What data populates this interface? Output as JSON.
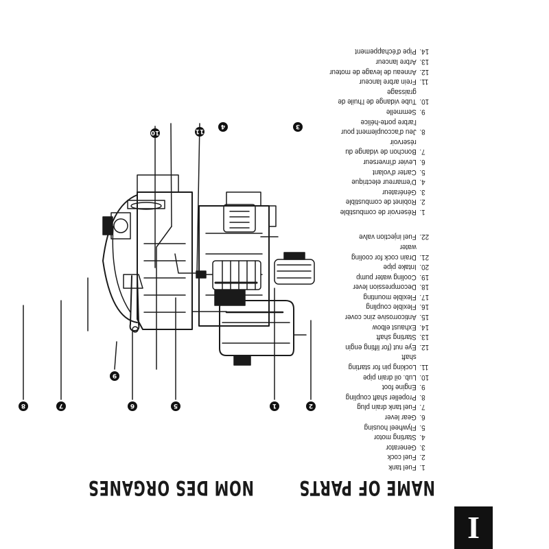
{
  "chapter": {
    "number": "I"
  },
  "headings": {
    "english": "NAME OF PARTS",
    "french": "NOM DES ORGANES"
  },
  "parts_en": [
    {
      "num": "1.",
      "lines": [
        "Fuel tank"
      ]
    },
    {
      "num": "2.",
      "lines": [
        "Fuel cock"
      ]
    },
    {
      "num": "3.",
      "lines": [
        "Generator"
      ]
    },
    {
      "num": "4.",
      "lines": [
        "Starting motor"
      ]
    },
    {
      "num": "5.",
      "lines": [
        "Flywheel housing"
      ]
    },
    {
      "num": "6.",
      "lines": [
        "Gear lever"
      ]
    },
    {
      "num": "7.",
      "lines": [
        "Fuel tank drain plug"
      ]
    },
    {
      "num": "8.",
      "lines": [
        "Propeller shaft coupling"
      ]
    },
    {
      "num": "9.",
      "lines": [
        "Engine foot"
      ]
    },
    {
      "num": "10.",
      "lines": [
        "Lub. oil drain pipe"
      ]
    },
    {
      "num": "11.",
      "lines": [
        "Locking pin for starting",
        "shaft"
      ]
    },
    {
      "num": "12.",
      "lines": [
        "Eye nut (for lifting engin"
      ]
    },
    {
      "num": "13.",
      "lines": [
        "Starting shaft"
      ]
    },
    {
      "num": "14.",
      "lines": [
        "Exhaust elbow"
      ]
    },
    {
      "num": "15.",
      "lines": [
        "Anticorrosive zinc cover"
      ]
    },
    {
      "num": "16.",
      "lines": [
        "Flexible coupling"
      ]
    },
    {
      "num": "17.",
      "lines": [
        "Flexible mounting"
      ]
    },
    {
      "num": "18.",
      "lines": [
        "Decompression lever"
      ]
    },
    {
      "num": "19.",
      "lines": [
        "Cooling water pump"
      ]
    },
    {
      "num": "20.",
      "lines": [
        "Intake pipe"
      ]
    },
    {
      "num": "21.",
      "lines": [
        "Drain cock for cooling",
        "water"
      ]
    },
    {
      "num": "22.",
      "lines": [
        "Fuel injection valve"
      ]
    }
  ],
  "parts_fr": [
    {
      "num": "1.",
      "lines": [
        "Réservoir de combustible"
      ]
    },
    {
      "num": "2.",
      "lines": [
        "Robinet de combustible"
      ]
    },
    {
      "num": "3.",
      "lines": [
        "Générateur"
      ]
    },
    {
      "num": "4.",
      "lines": [
        "D'emarreur electrique"
      ]
    },
    {
      "num": "5.",
      "lines": [
        "Carter d'volant"
      ]
    },
    {
      "num": "6.",
      "lines": [
        "Levier d'inverseur"
      ]
    },
    {
      "num": "7.",
      "lines": [
        "Bonchon de vidange du",
        "réservoir"
      ]
    },
    {
      "num": "8.",
      "lines": [
        "Jeu d'accouplement pour",
        "l'arbre porte-hélice"
      ]
    },
    {
      "num": "9.",
      "lines": [
        "Semmelle"
      ]
    },
    {
      "num": "10.",
      "lines": [
        "Tube vidange de l'huile de",
        "graissage"
      ]
    },
    {
      "num": "11.",
      "lines": [
        "Frein arbre lanceur"
      ]
    },
    {
      "num": "12.",
      "lines": [
        "Anneau de levage de moteur"
      ]
    },
    {
      "num": "13.",
      "lines": [
        "Arbre lanceur"
      ]
    },
    {
      "num": "14.",
      "lines": [
        "Pipe d'échappement"
      ]
    }
  ],
  "callouts": [
    {
      "label": "1"
    },
    {
      "label": "2"
    },
    {
      "label": "3"
    },
    {
      "label": "4"
    },
    {
      "label": "5"
    },
    {
      "label": "6"
    },
    {
      "label": "7"
    },
    {
      "label": "8"
    },
    {
      "label": "9"
    },
    {
      "label": "10"
    },
    {
      "label": "11"
    }
  ]
}
